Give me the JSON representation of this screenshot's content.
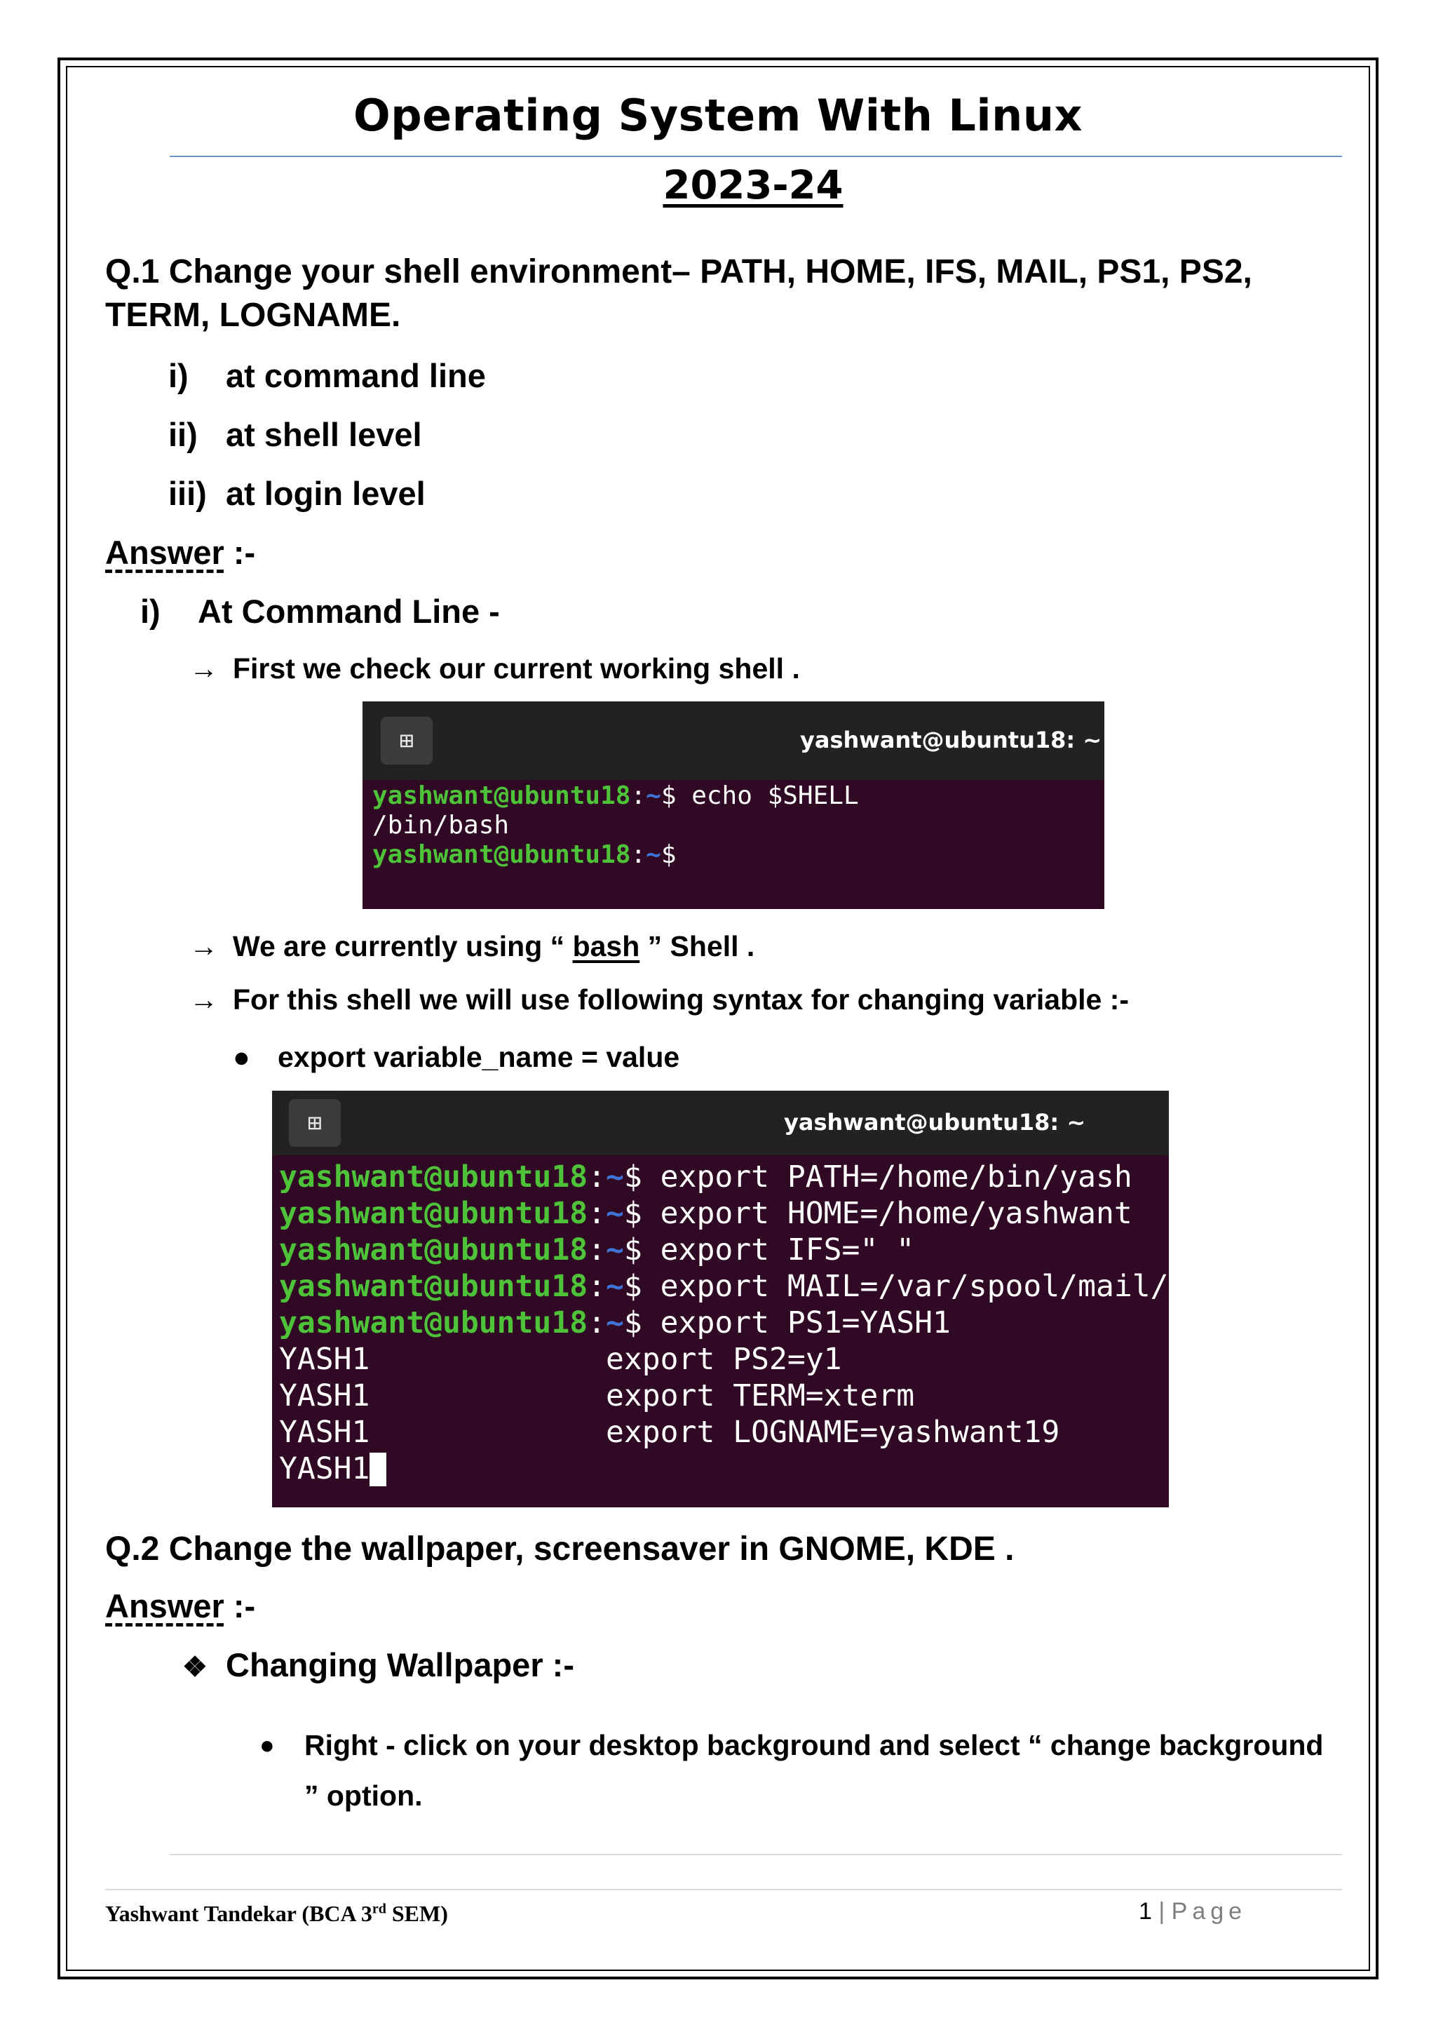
{
  "header": {
    "title": "Operating  System With Linux",
    "year": "2023-24"
  },
  "q1": {
    "line1": "Q.1  Change your shell environment– PATH, HOME, IFS, MAIL, PS1, PS2,",
    "line2": "TERM, LOGNAME.",
    "items": [
      {
        "num": "i)",
        "text": "at command line"
      },
      {
        "num": "ii)",
        "text": "at shell level"
      },
      {
        "num": "iii)",
        "text": "at login level"
      }
    ]
  },
  "answer1": {
    "word": "Answer",
    "suffix": " :-"
  },
  "section_i": {
    "num": "i)",
    "heading": "At Command Line -"
  },
  "arrow_symbol": "→",
  "point1": "First we check our current working shell .",
  "terminal1": {
    "title": "yashwant@ubuntu18: ~",
    "new_tab_icon": "⊞",
    "lines": [
      {
        "user": "yashwant@ubuntu18",
        "colon": ":",
        "path": "~",
        "prompt": "$",
        "cmd": " echo $SHELL"
      },
      {
        "output": "/bin/bash"
      },
      {
        "user": "yashwant@ubuntu18",
        "colon": ":",
        "path": "~",
        "prompt": "$",
        "cmd": ""
      }
    ]
  },
  "point2": {
    "before": "We are currently using “ ",
    "link": "bash",
    "after": " ” Shell ."
  },
  "point3": "For this shell we will use following syntax for changing variable :-",
  "bullet_syntax": "export variable_name = value",
  "terminal2": {
    "title": "yashwant@ubuntu18: ~",
    "new_tab_icon": "⊞",
    "prompt_lines": [
      {
        "user": "yashwant@ubuntu18",
        "colon": ":",
        "path": "~",
        "prompt": "$",
        "cmd": " export PATH=/home/bin/yash"
      },
      {
        "user": "yashwant@ubuntu18",
        "colon": ":",
        "path": "~",
        "prompt": "$",
        "cmd": " export HOME=/home/yashwant"
      },
      {
        "user": "yashwant@ubuntu18",
        "colon": ":",
        "path": "~",
        "prompt": "$",
        "cmd": " export IFS=\" \""
      },
      {
        "user": "yashwant@ubuntu18",
        "colon": ":",
        "path": "~",
        "prompt": "$",
        "cmd": " export MAIL=/var/spool/mail/yash"
      },
      {
        "user": "yashwant@ubuntu18",
        "colon": ":",
        "path": "~",
        "prompt": "$",
        "cmd": " export PS1=YASH1"
      }
    ],
    "ps1_lines": [
      {
        "prompt": "YASH1",
        "cmd": "export PS2=y1"
      },
      {
        "prompt": "YASH1",
        "cmd": "export TERM=xterm"
      },
      {
        "prompt": "YASH1",
        "cmd": "export LOGNAME=yashwant19"
      },
      {
        "prompt": "YASH1",
        "cmd": ""
      }
    ]
  },
  "q2": {
    "text": "Q.2 Change the wallpaper, screensaver in GNOME, KDE ."
  },
  "answer2": {
    "word": "Answer",
    "suffix": " :-"
  },
  "changing_wallpaper": {
    "symbol": "❖",
    "text": "Changing Wallpaper :-"
  },
  "bullet_wallpaper": {
    "line1": "Right - click on your desktop background and select “ change background",
    "line2": "” option."
  },
  "footer": {
    "author": "Yashwant Tandekar (BCA 3",
    "sup": "rd",
    "author_end": " SEM)",
    "page_num": "1",
    "sep": " | ",
    "page_word": "Page"
  }
}
